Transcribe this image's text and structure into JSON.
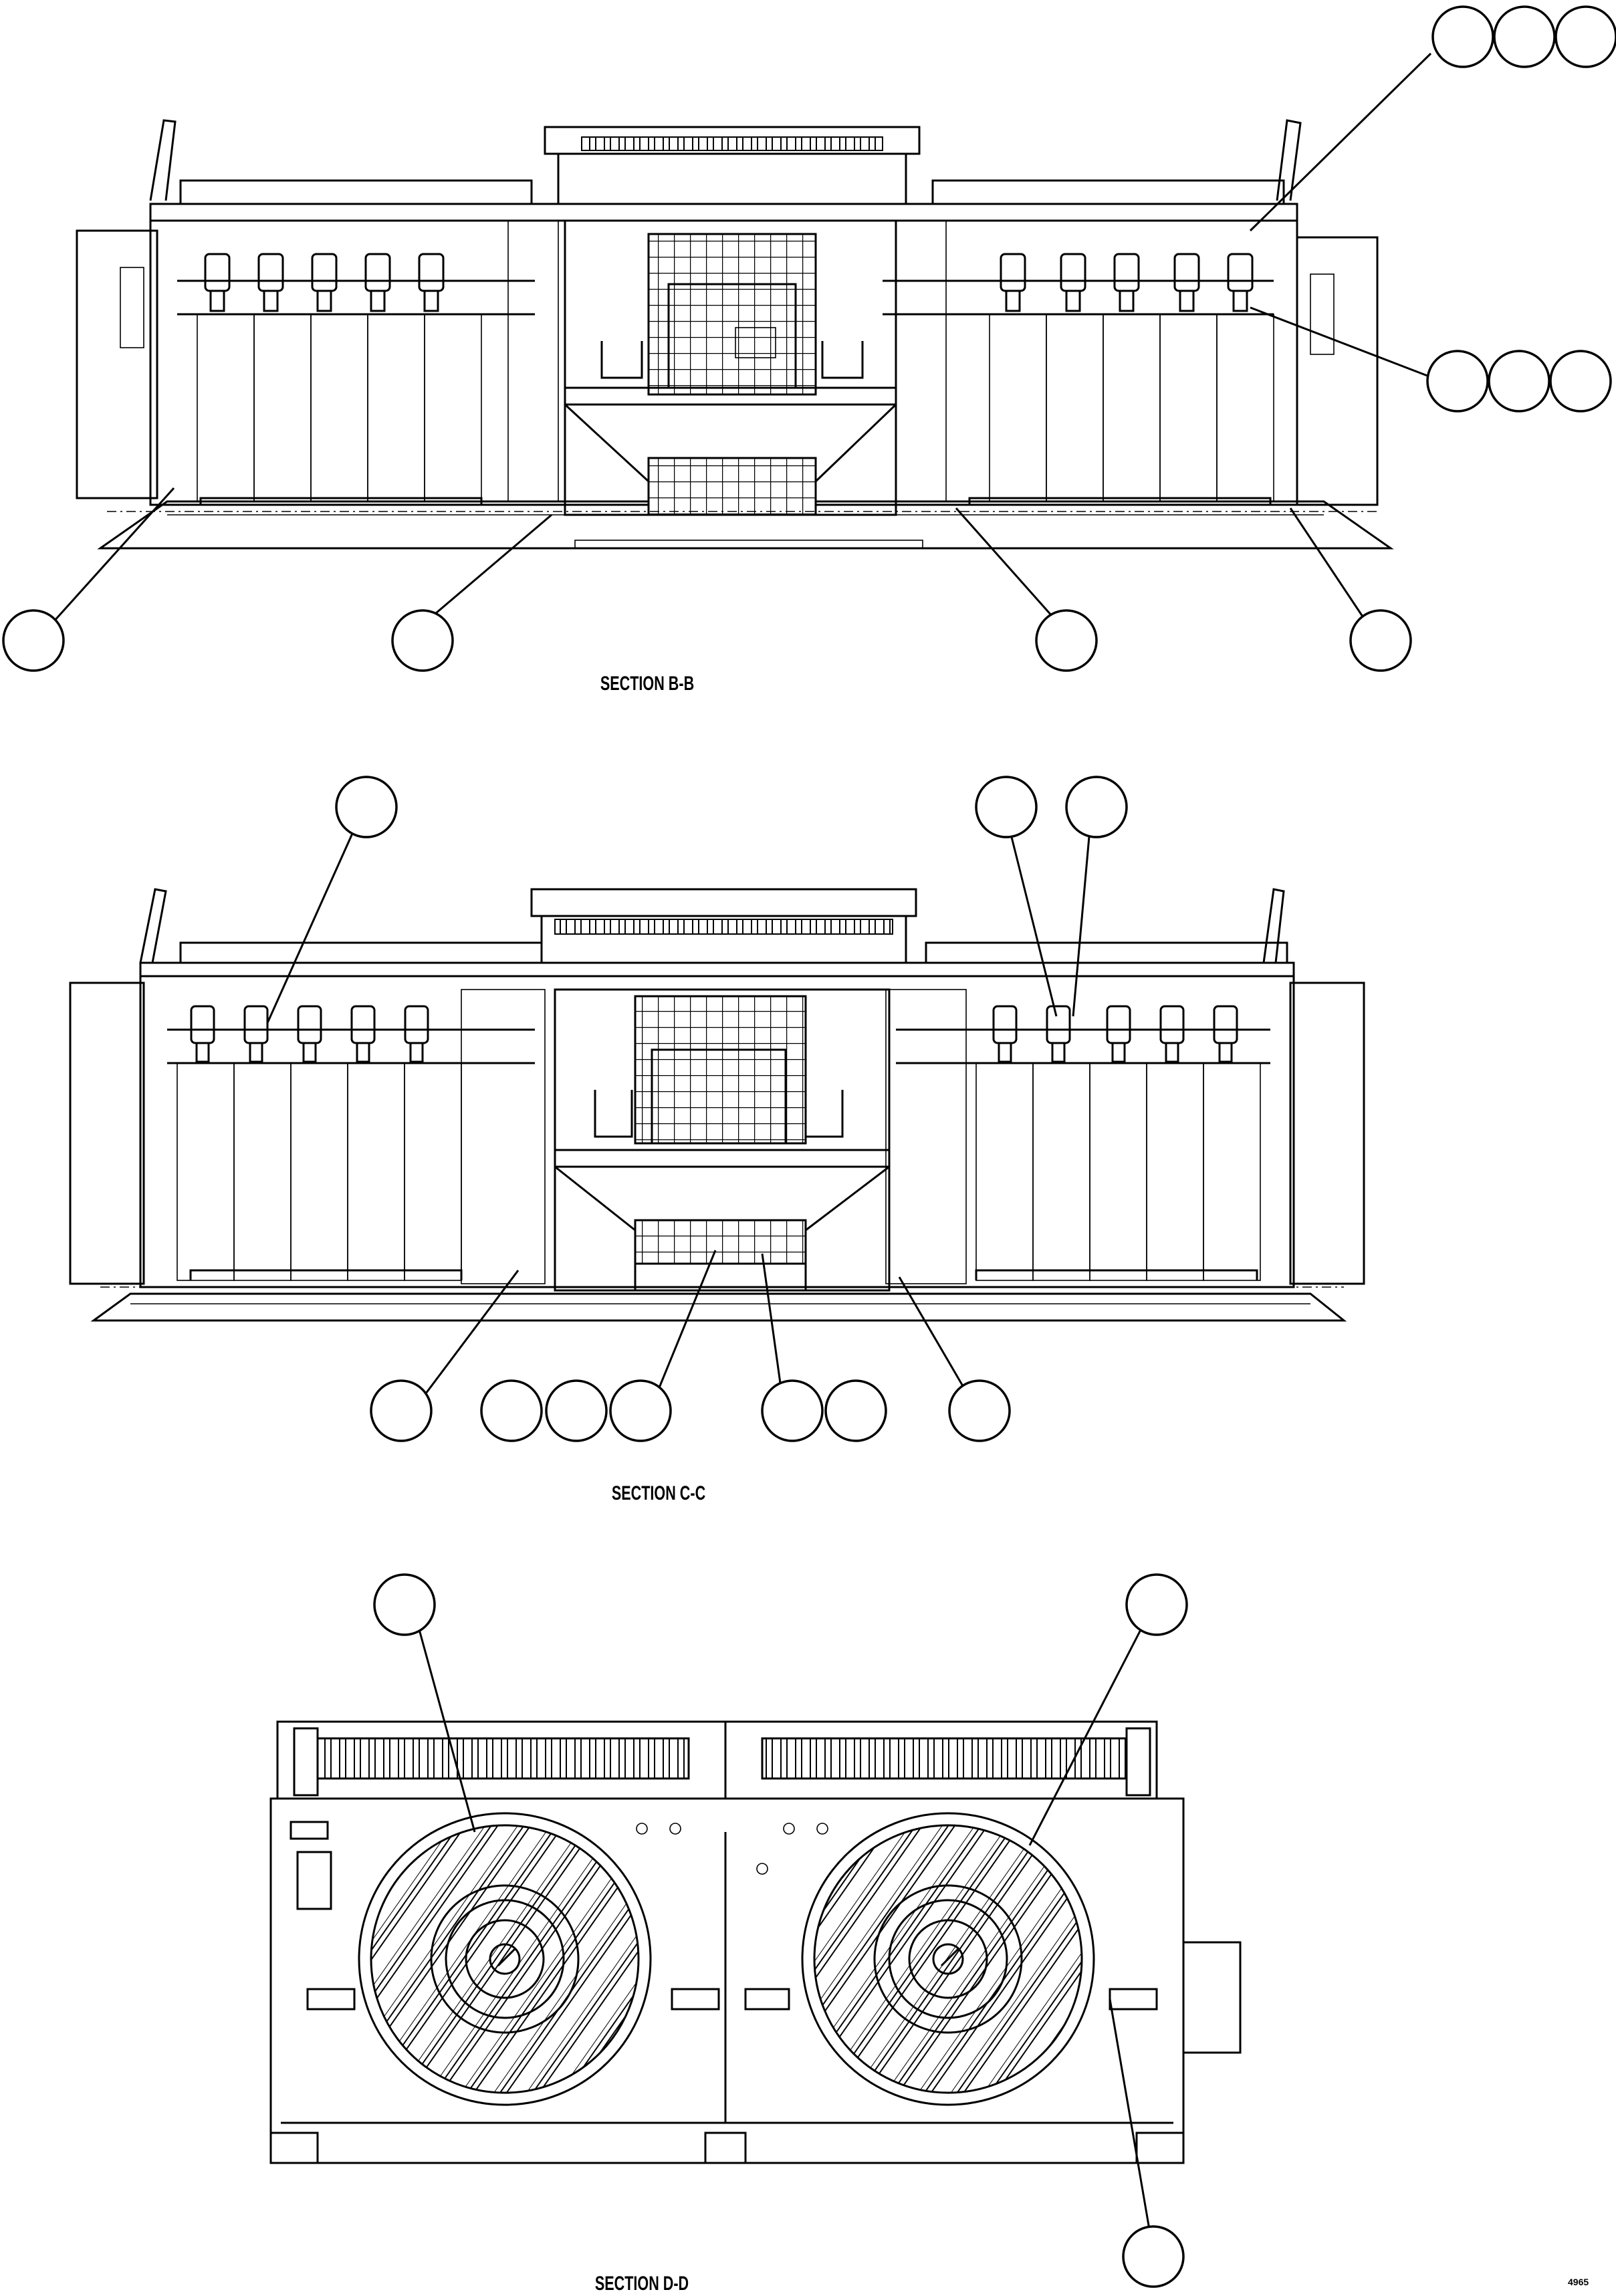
{
  "sections": [
    {
      "id": "b-b",
      "caption": "SECTION B-B"
    },
    {
      "id": "c-c",
      "caption": "SECTION C-C"
    },
    {
      "id": "d-d",
      "caption": "SECTION D-D"
    }
  ],
  "drawing_code": "4965"
}
